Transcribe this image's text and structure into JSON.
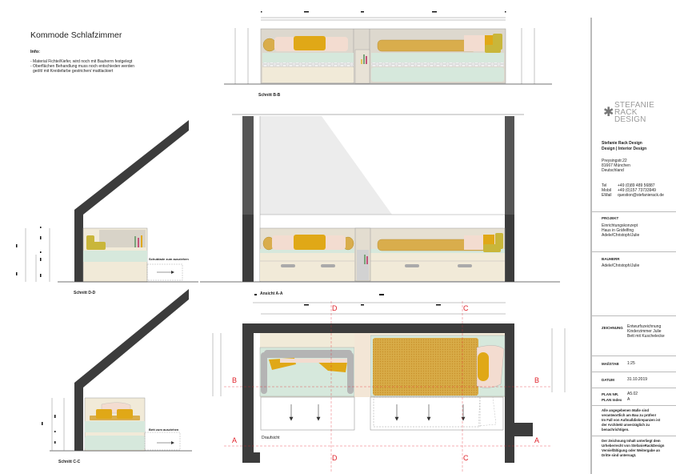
{
  "header": {
    "title": "Kommode Schlafzimmer",
    "info_heading": "Info:",
    "info_lines": [
      "- Material Fichte/Kiefer, wird noch mit Bauherrn festgelegt",
      "- Oberflächen Behandlung muss noch entschieden werden",
      "  geölt/ mit Kreidefarbe gestrichen/ mattlackiert"
    ]
  },
  "drawings": {
    "schnitt_bb": "Schnitt B-B",
    "schnitt_dd": "Schnitt D-D",
    "schnitt_cc": "Schnitt C-C",
    "ansicht_aa": "Ansicht A-A",
    "draufsicht": "Draufsicht",
    "note_dd": "Schublade zum ausziehen",
    "note_cc": "Bett zum ausziehen",
    "section_markers": {
      "A": "A",
      "B": "B",
      "C": "C",
      "D": "D"
    }
  },
  "title_block": {
    "logo": [
      "STEFANIE",
      "RACK",
      "DESIGN"
    ],
    "company": "Stefanie Rack Design",
    "tagline": "Design | Interior Design",
    "street": "Preysingstr.22",
    "city": "81667 München",
    "country": "Deutschland",
    "tel_label": "Tel",
    "tel": "+49 (0)89 489 56887",
    "mobil_label": "Mobil",
    "mobil": "+49 (0)157 73733949",
    "email_label": "EMail",
    "email": "question@stefanierack.de",
    "projekt_label": "PROJEKT",
    "projekt_lines": [
      "Einrichtungskonzept",
      "Haus in Gräfelfing",
      "Adele/Christoph/Julie"
    ],
    "bauherr_label": "BAUHERR",
    "bauherr": "Adele/Christoph/Julie",
    "zeichnung_label": "ZEICHNUNG",
    "zeichnung_lines": [
      "Entwurfszeichnung",
      "Kinderzimmer Julie",
      "Bett mit Kuschelecke"
    ],
    "massstab_label": "MAßSTAB",
    "massstab": "1:25",
    "datum_label": "DATUM",
    "datum": "31.10.2019",
    "plan_nr_label": "PLAN NR.",
    "plan_nr": "A5.02",
    "plan_index_label": "PLAN Index",
    "plan_index": "A",
    "disclaimer_1": [
      "Alle angegebenen Maße sind",
      "verantwortlich am Bau zu prüfen!",
      "Im Fall von Aufmaßdiskrepanzen ist",
      "der Architekt unverzüglich zu",
      "benachrichtigen."
    ],
    "disclaimer_2": [
      "Der Zeichnung Inhalt unterliegt dem",
      "Urheberrecht von StefanieRackDesign",
      "Vervielfältigung oder Weitergabe an",
      "Dritte sind untersagt."
    ]
  },
  "colors": {
    "wall": "#3c3c3c",
    "wood": "#f1ead8",
    "mattress": "#d6e8dc",
    "mustard": "#e0a817",
    "ochre": "#d9ad4c",
    "olive": "#c9b63a",
    "pink": "#f3dcd0",
    "grey_cushion": "#b4b4b4",
    "section_line": "#e0222a"
  }
}
